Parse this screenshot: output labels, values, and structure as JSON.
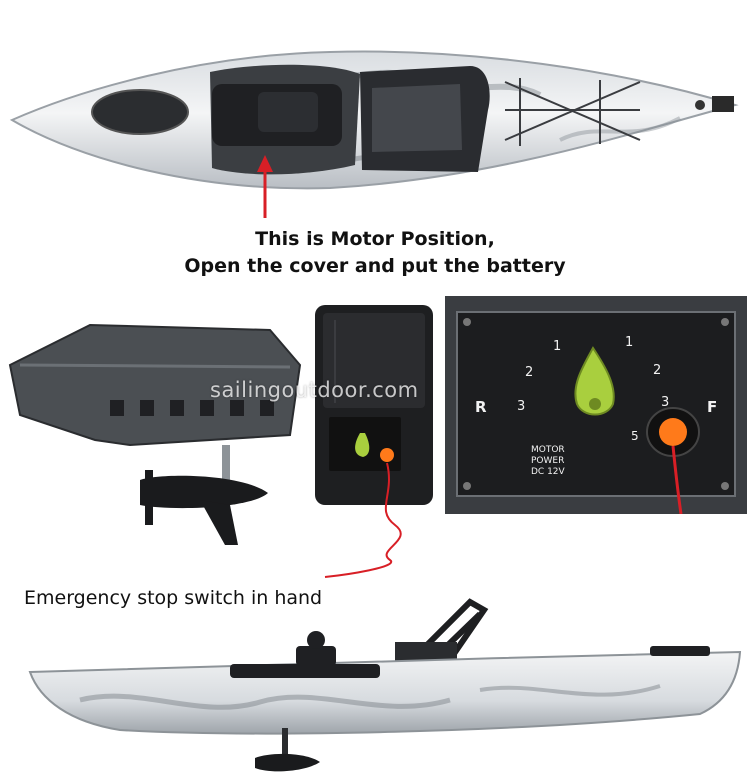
{
  "captions": {
    "motor_position_line1": "This is Motor Position,",
    "motor_position_line2": "Open the cover and put the battery",
    "emergency_stop": "Emergency stop switch in hand"
  },
  "watermark": "sailingoutdoor.com",
  "control_panel": {
    "dial_left_marks": [
      "1",
      "2",
      "3"
    ],
    "dial_right_marks": [
      "1",
      "2",
      "3"
    ],
    "reverse_label": "R",
    "forward_label": "F",
    "speed_5_label": "5",
    "motor_label_line1": "MOTOR",
    "motor_label_line2": "POWER",
    "motor_label_line3": "DC 12V"
  },
  "colors": {
    "hull_white": "#eef0f2",
    "hull_grey": "#8a9096",
    "plastic_black": "#1e1f21",
    "knob_green": "#a9cf3e",
    "stop_orange": "#ff7a1a",
    "arrow_red": "#d81f26"
  }
}
